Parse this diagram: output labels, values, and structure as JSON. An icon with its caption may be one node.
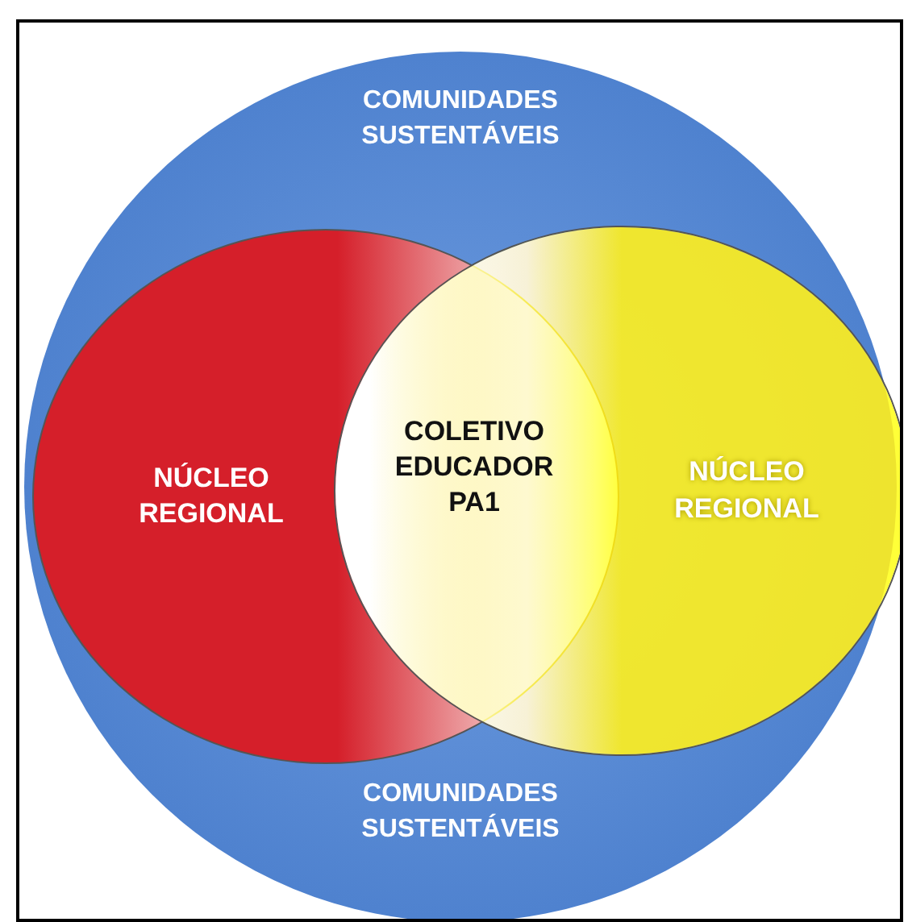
{
  "diagram": {
    "nodes": [
      {
        "text": [
          "COMUNIDADES SUSTENTÁVEIS",
          "COMUNIDADES SUSTENTÁVEIS"
        ]
      },
      {
        "text": [
          "NÚCLEO REGIONAL"
        ],
        "in": 0
      },
      {
        "text": [
          "NÚCLEO REGIONAL"
        ],
        "in": 0
      }
    ],
    "labels": [
      "COLETIVO EDUCADOR PA1"
    ]
  }
}
